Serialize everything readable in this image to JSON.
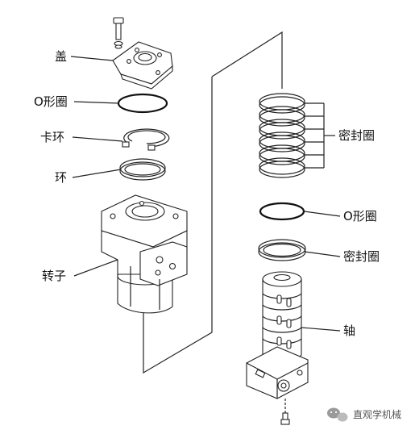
{
  "labels": {
    "cover": "盖",
    "o_ring_left": "O形圈",
    "snap_ring": "卡环",
    "ring": "环",
    "rotor": "转子",
    "seals_stack": "密封圈",
    "o_ring_right": "O形圈",
    "seal_single": "密封圈",
    "shaft": "轴"
  },
  "watermark": {
    "text": "直观学机械"
  }
}
